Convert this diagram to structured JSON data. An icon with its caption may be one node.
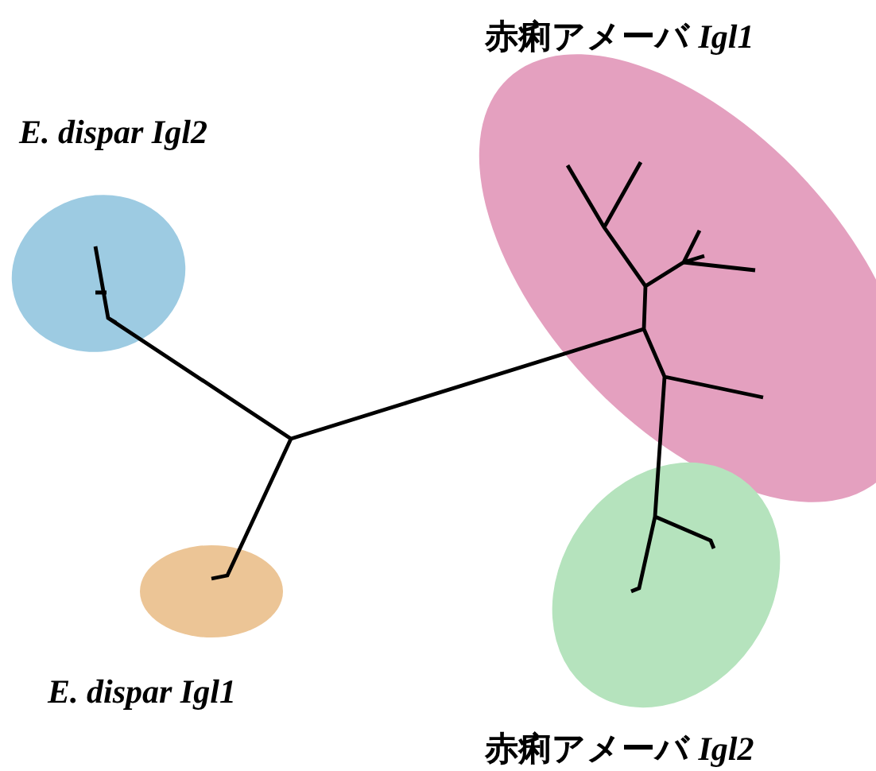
{
  "diagram": {
    "nodes": [
      {
        "text": [
          "赤痢アメーバ *Igl1*"
        ]
      },
      {
        "text": [
          "E. dispar Igl2"
        ]
      },
      {
        "text": [
          "E. dispar Igl1"
        ]
      },
      {
        "text": [
          "赤痢アメーバ *Igl2*"
        ]
      }
    ]
  }
}
